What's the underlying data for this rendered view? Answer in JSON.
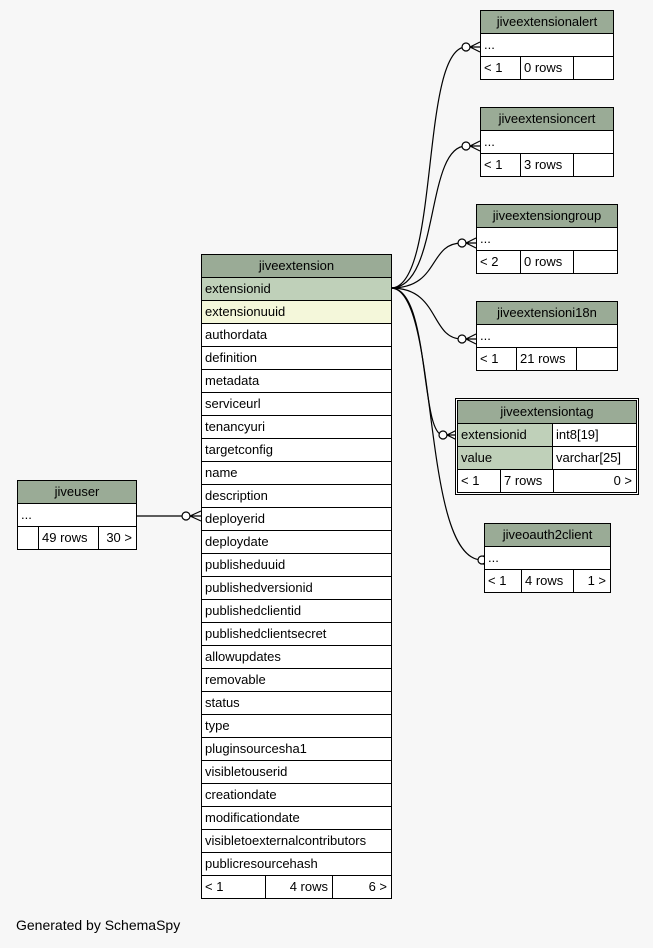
{
  "footer_text": "Generated by SchemaSpy",
  "tables": {
    "jiveextension": {
      "name": "jiveextension",
      "columns": [
        "extensionid",
        "extensionuuid",
        "authordata",
        "definition",
        "metadata",
        "serviceurl",
        "tenancyuri",
        "targetconfig",
        "name",
        "description",
        "deployerid",
        "deploydate",
        "publisheduuid",
        "publishedversionid",
        "publishedclientid",
        "publishedclientsecret",
        "allowupdates",
        "removable",
        "status",
        "type",
        "pluginsourcesha1",
        "visibletouserid",
        "creationdate",
        "modificationdate",
        "visibletoexternalcontributors",
        "publicresourcehash"
      ],
      "parents": "< 1",
      "rows": "4 rows",
      "children": "6 >"
    },
    "jiveuser": {
      "name": "jiveuser",
      "columns": [
        "..."
      ],
      "parents": "",
      "rows": "49 rows",
      "children": "30 >"
    },
    "jiveextensionalert": {
      "name": "jiveextensionalert",
      "columns": [
        "..."
      ],
      "parents": "< 1",
      "rows": "0 rows",
      "children": ""
    },
    "jiveextensioncert": {
      "name": "jiveextensioncert",
      "columns": [
        "..."
      ],
      "parents": "< 1",
      "rows": "3 rows",
      "children": ""
    },
    "jiveextensiongroup": {
      "name": "jiveextensiongroup",
      "columns": [
        "..."
      ],
      "parents": "< 2",
      "rows": "0 rows",
      "children": ""
    },
    "jiveextensioni18n": {
      "name": "jiveextensioni18n",
      "columns": [
        "..."
      ],
      "parents": "< 1",
      "rows": "21 rows",
      "children": ""
    },
    "jiveextensiontag": {
      "name": "jiveextensiontag",
      "columns": [
        {
          "name": "extensionid",
          "type": "int8[19]"
        },
        {
          "name": "value",
          "type": "varchar[25]"
        }
      ],
      "parents": "< 1",
      "rows": "7 rows",
      "children": "0 >"
    },
    "jiveoauth2client": {
      "name": "jiveoauth2client",
      "columns": [
        "..."
      ],
      "parents": "< 1",
      "rows": "4 rows",
      "children": "1 >"
    }
  },
  "colors": {
    "header": "#9aab96",
    "primary_key": "#bfd0b9",
    "indexed": "#f4f7da",
    "background": "#f7f7f7"
  }
}
